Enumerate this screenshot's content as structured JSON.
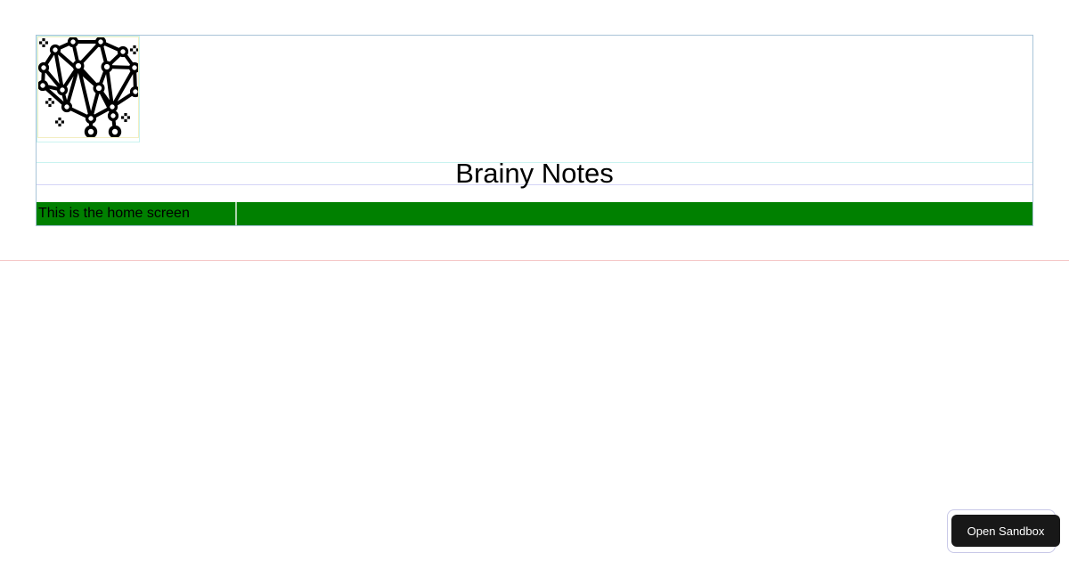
{
  "app": {
    "title": "Brainy Notes",
    "home_message": "This is the home screen",
    "logo": "brain-network-logo"
  },
  "overlay": {
    "open_sandbox_label": "Open Sandbox"
  },
  "colors": {
    "container_border": "#a9c4d8",
    "cell_border": "#c9f3f0",
    "img_border": "#f3eec2",
    "title_top_border": "#c9f3f0",
    "title_bottom_border": "#d4d4f6",
    "green_bar": "#008000",
    "green_divider": "#a9d3a9",
    "page_rule": "#f5c8c8",
    "button_bg": "#181818",
    "button_text": "#ffffff",
    "card_border": "#c9c9e8"
  }
}
